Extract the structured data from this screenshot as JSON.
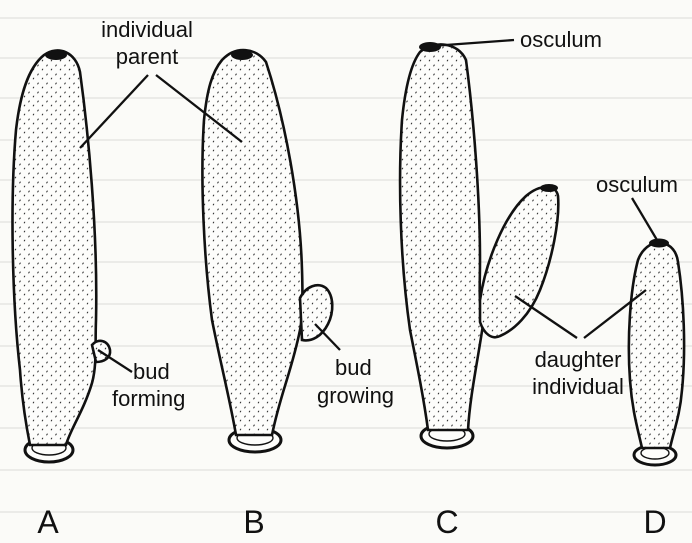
{
  "labels": {
    "individual_parent": [
      "individual",
      "parent"
    ],
    "bud_forming": [
      "bud",
      "forming"
    ],
    "bud_growing": [
      "bud",
      "growing"
    ],
    "osculum_c": "osculum",
    "osculum_d": "osculum",
    "daughter_individual": [
      "daughter",
      "individual"
    ]
  },
  "panels": [
    "A",
    "B",
    "C",
    "D"
  ]
}
